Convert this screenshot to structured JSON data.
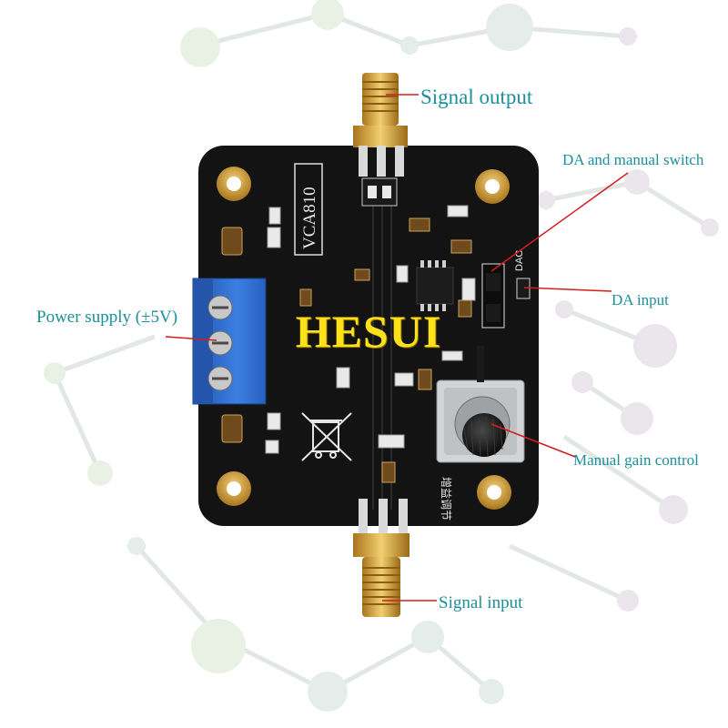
{
  "callouts": {
    "signal_output": "Signal output",
    "da_manual_switch": "DA and manual switch",
    "da_input": "DA input",
    "power_supply": "Power supply (±5V)",
    "manual_gain": "Manual gain control",
    "signal_input": "Signal input"
  },
  "watermark": "HESUI",
  "board": {
    "chip_label": "VCA810",
    "header_label": "DAC",
    "gain_label": "增益调节"
  },
  "colors": {
    "pcb": "#131313",
    "callout_text": "#1b8f9a",
    "callout_line": "#d41e1e",
    "watermark": "#ffe11a",
    "terminal_block": "#2f6fd0",
    "gold": "#d6a43a"
  }
}
